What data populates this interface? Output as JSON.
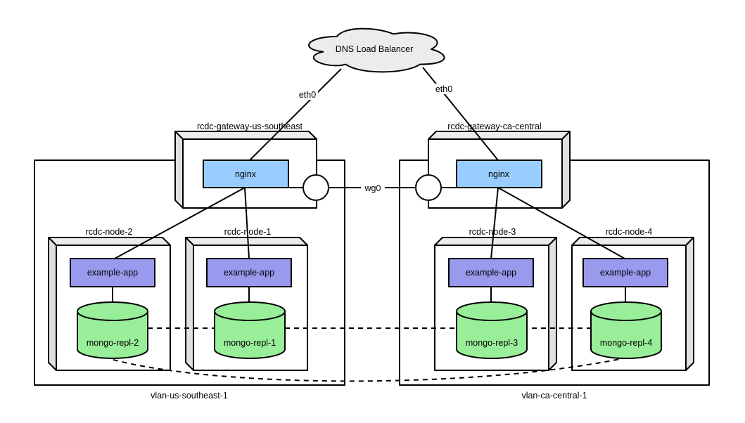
{
  "cloud": {
    "label": "DNS Load Balancer"
  },
  "interfaces": {
    "eth0_left": "eth0",
    "eth0_right": "eth0",
    "wg0": "wg0"
  },
  "gateways": [
    {
      "title": "rcdc-gateway-us-southeast",
      "service": "nginx"
    },
    {
      "title": "rcdc-gateway-ca-central",
      "service": "nginx"
    }
  ],
  "vlans": [
    {
      "label": "vlan-us-southeast-1"
    },
    {
      "label": "vlan-ca-central-1"
    }
  ],
  "nodes": [
    {
      "title": "rcdc-node-2",
      "app": "example-app",
      "db": "mongo-repl-2"
    },
    {
      "title": "rcdc-node-1",
      "app": "example-app",
      "db": "mongo-repl-1"
    },
    {
      "title": "rcdc-node-3",
      "app": "example-app",
      "db": "mongo-repl-3"
    },
    {
      "title": "rcdc-node-4",
      "app": "example-app",
      "db": "mongo-repl-4"
    }
  ],
  "colors": {
    "service_blue": "#99ccff",
    "app_purple": "#9999ee",
    "db_green": "#99ee99",
    "shape_gray": "#ececec",
    "line_black": "#000000"
  }
}
